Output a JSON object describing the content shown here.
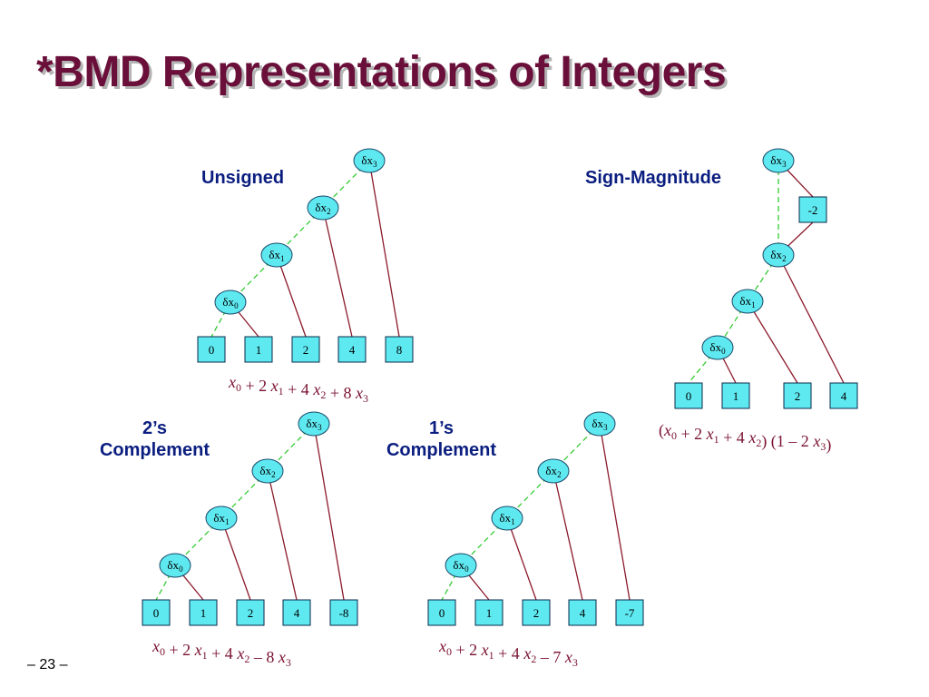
{
  "title": "*BMD Representations of Integers",
  "page_number": "– 23 –",
  "colors": {
    "title": "#6a0f3a",
    "label": "#0b1e80",
    "node_fill": "#5ee8f0",
    "solid_edge": "#8b1a2a",
    "dashed_edge": "#33cc33",
    "formula": "#7a1030"
  },
  "node_symbol": "δx",
  "diagrams": [
    {
      "label_lines": [
        "Unsigned"
      ],
      "node_subs": [
        "3",
        "2",
        "1",
        "0"
      ],
      "terminals": [
        "0",
        "1",
        "2",
        "4",
        "8"
      ],
      "formula": [
        [
          "x",
          "0"
        ],
        [
          " + 2 "
        ],
        [
          "x",
          "1"
        ],
        [
          " + 4 "
        ],
        [
          "x",
          "2"
        ],
        [
          " + 8 "
        ],
        [
          "x",
          "3"
        ]
      ]
    },
    {
      "label_lines": [
        "Sign-Magnitude"
      ],
      "node_subs": [
        "3",
        "2",
        "1",
        "0"
      ],
      "terminals": [
        "0",
        "1",
        "2",
        "4"
      ],
      "extra_terminal": "-2",
      "formula": [
        [
          "(x",
          "0"
        ],
        [
          " + 2 "
        ],
        [
          "x",
          "1"
        ],
        [
          " + 4 "
        ],
        [
          "x",
          "2"
        ],
        [
          ") (1 – 2 "
        ],
        [
          "x",
          "3"
        ],
        [
          ")"
        ]
      ]
    },
    {
      "label_lines": [
        "2’s",
        "Complement"
      ],
      "node_subs": [
        "3",
        "2",
        "1",
        "0"
      ],
      "terminals": [
        "0",
        "1",
        "2",
        "4",
        "-8"
      ],
      "formula": [
        [
          "x",
          "0"
        ],
        [
          " + 2 "
        ],
        [
          "x",
          "1"
        ],
        [
          " + 4 "
        ],
        [
          "x",
          "2"
        ],
        [
          " – 8 "
        ],
        [
          "x",
          "3"
        ]
      ]
    },
    {
      "label_lines": [
        "1’s",
        "Complement"
      ],
      "node_subs": [
        "3",
        "2",
        "1",
        "0"
      ],
      "terminals": [
        "0",
        "1",
        "2",
        "4",
        "-7"
      ],
      "formula": [
        [
          "x",
          "0"
        ],
        [
          " + 2 "
        ],
        [
          "x",
          "1"
        ],
        [
          " + 4 "
        ],
        [
          "x",
          "2"
        ],
        [
          " – 7 "
        ],
        [
          "x",
          "3"
        ]
      ]
    }
  ]
}
